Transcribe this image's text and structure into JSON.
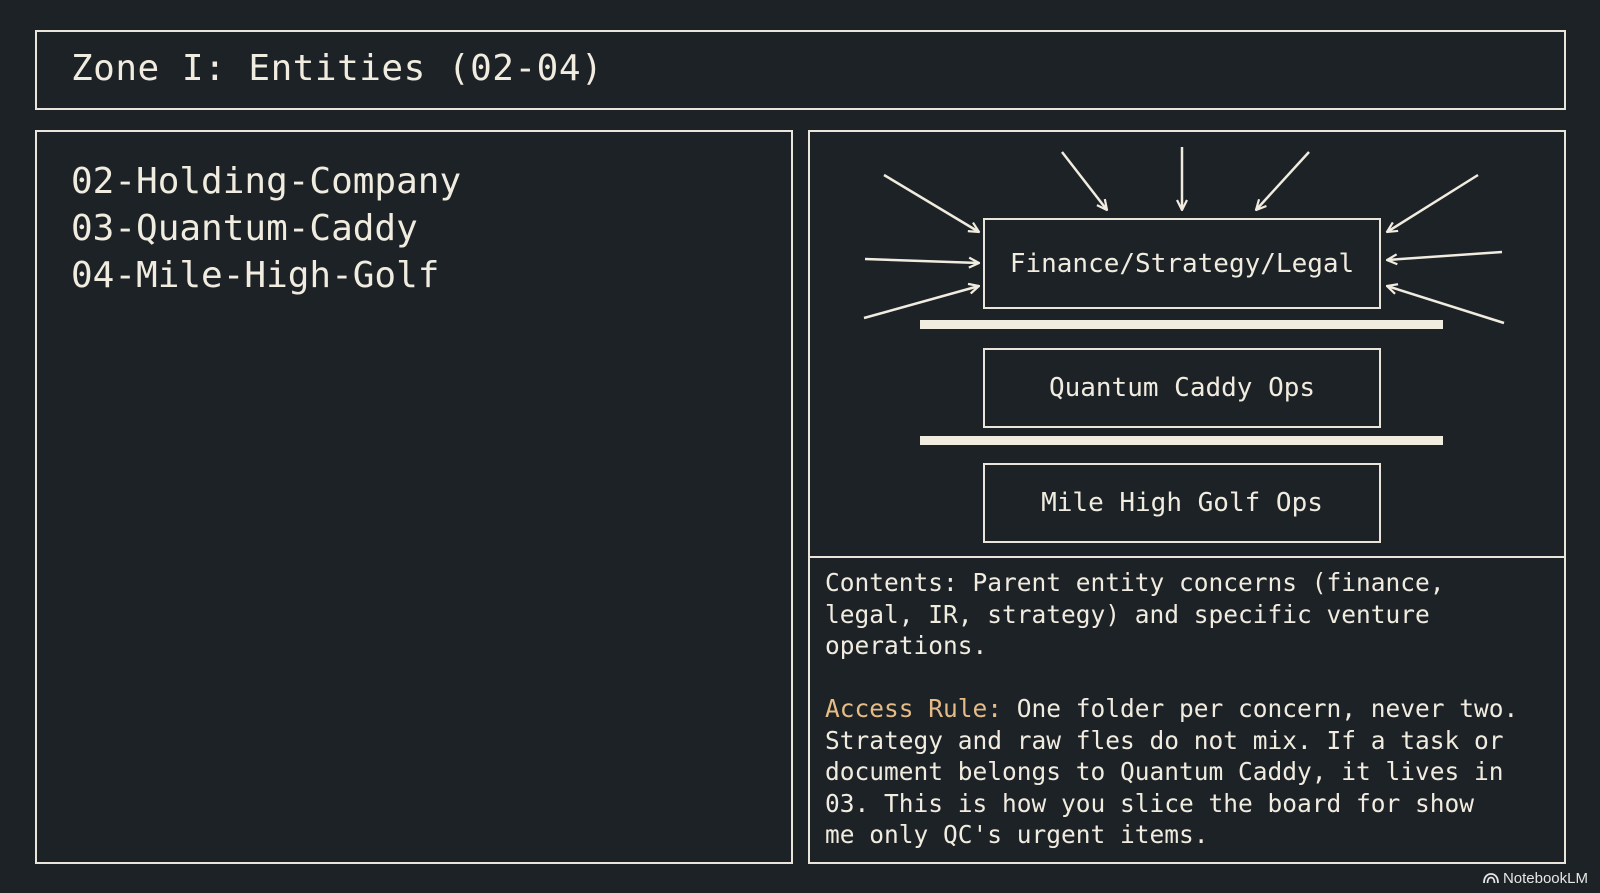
{
  "title": "Zone I: Entities (02-04)",
  "entities": [
    "02-Holding-Company",
    "03-Quantum-Caddy",
    "04-Mile-High-Golf"
  ],
  "diagram": {
    "top_box": "Finance/Strategy/Legal",
    "middle_box": "Quantum Caddy Ops",
    "bottom_box": "Mile High Golf Ops"
  },
  "contents": {
    "line1": "Contents: Parent entity concerns (finance,",
    "line2": "legal, IR, strategy) and specific venture",
    "line3": "operations."
  },
  "access_rule": {
    "label": "Access Rule:",
    "line1_rest": " One folder per concern, never two.",
    "line2": "Strategy and raw fles do not mix. If a task or",
    "line3": "document belongs to Quantum Caddy, it lives in",
    "line4": "03. This is how you slice the board for show",
    "line5": "me only QC's urgent items."
  },
  "colors": {
    "background": "#1d2226",
    "foreground": "#f1ece0",
    "accent": "#e5bb86",
    "border": "#e9e5da"
  },
  "watermark": {
    "text": "NotebookLM",
    "icon": "notebooklm-logo-icon"
  }
}
